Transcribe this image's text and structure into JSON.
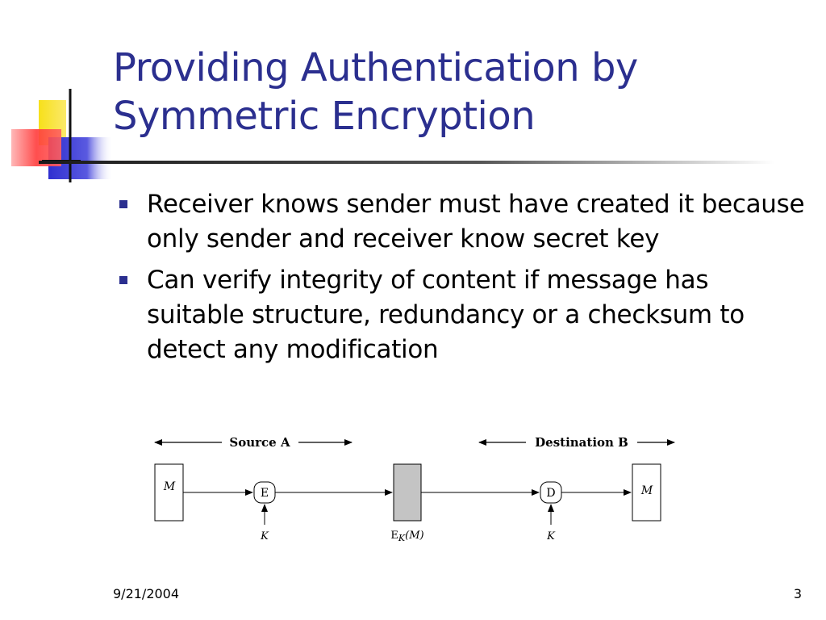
{
  "slide": {
    "title_line1": "Providing Authentication by",
    "title_line2": "Symmetric Encryption",
    "bullets": [
      "Receiver knows sender must have created it because only sender and receiver know secret key",
      "Can verify integrity of content if message has suitable structure, redundancy or a checksum to detect any modification"
    ],
    "footer": {
      "date": "9/21/2004",
      "page": "3"
    }
  },
  "diagram": {
    "source_label": "Source A",
    "destination_label": "Destination B",
    "message_left": "M",
    "encrypt_symbol": "E",
    "key_left": "K",
    "ciphertext_main": "E",
    "ciphertext_sub": "K",
    "ciphertext_arg": "(M)",
    "decrypt_symbol": "D",
    "key_right": "K",
    "message_right": "M"
  },
  "colors": {
    "title": "#2b2f8f",
    "bullet_marker": "#2b2f8f",
    "deco_yellow": "#f7e01a",
    "deco_blue": "#3a3ad8",
    "deco_red": "#ff3b3b",
    "cipher_box": "#c4c4c4"
  }
}
